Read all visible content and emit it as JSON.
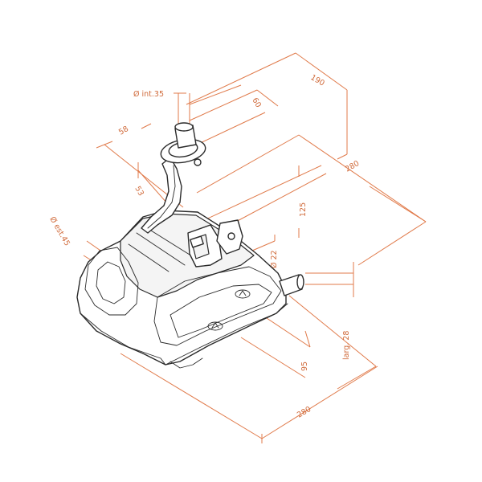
{
  "dimensions": {
    "width_top": "190",
    "inner_diameter": "Ø int.35",
    "outlet_spacing": "60",
    "offset_left": "58",
    "depth": "280",
    "height_inlet": "53",
    "height_body": "125",
    "outer_diameter": "Ø est.45",
    "outlet_diameter": "Ø 22",
    "outlet_width": "larg. 28",
    "height_bottom": "95",
    "length_bottom": "280"
  },
  "colors": {
    "dimension_line": "#e07a4a",
    "part_outline": "#2a2a2a",
    "background": "#ffffff"
  }
}
